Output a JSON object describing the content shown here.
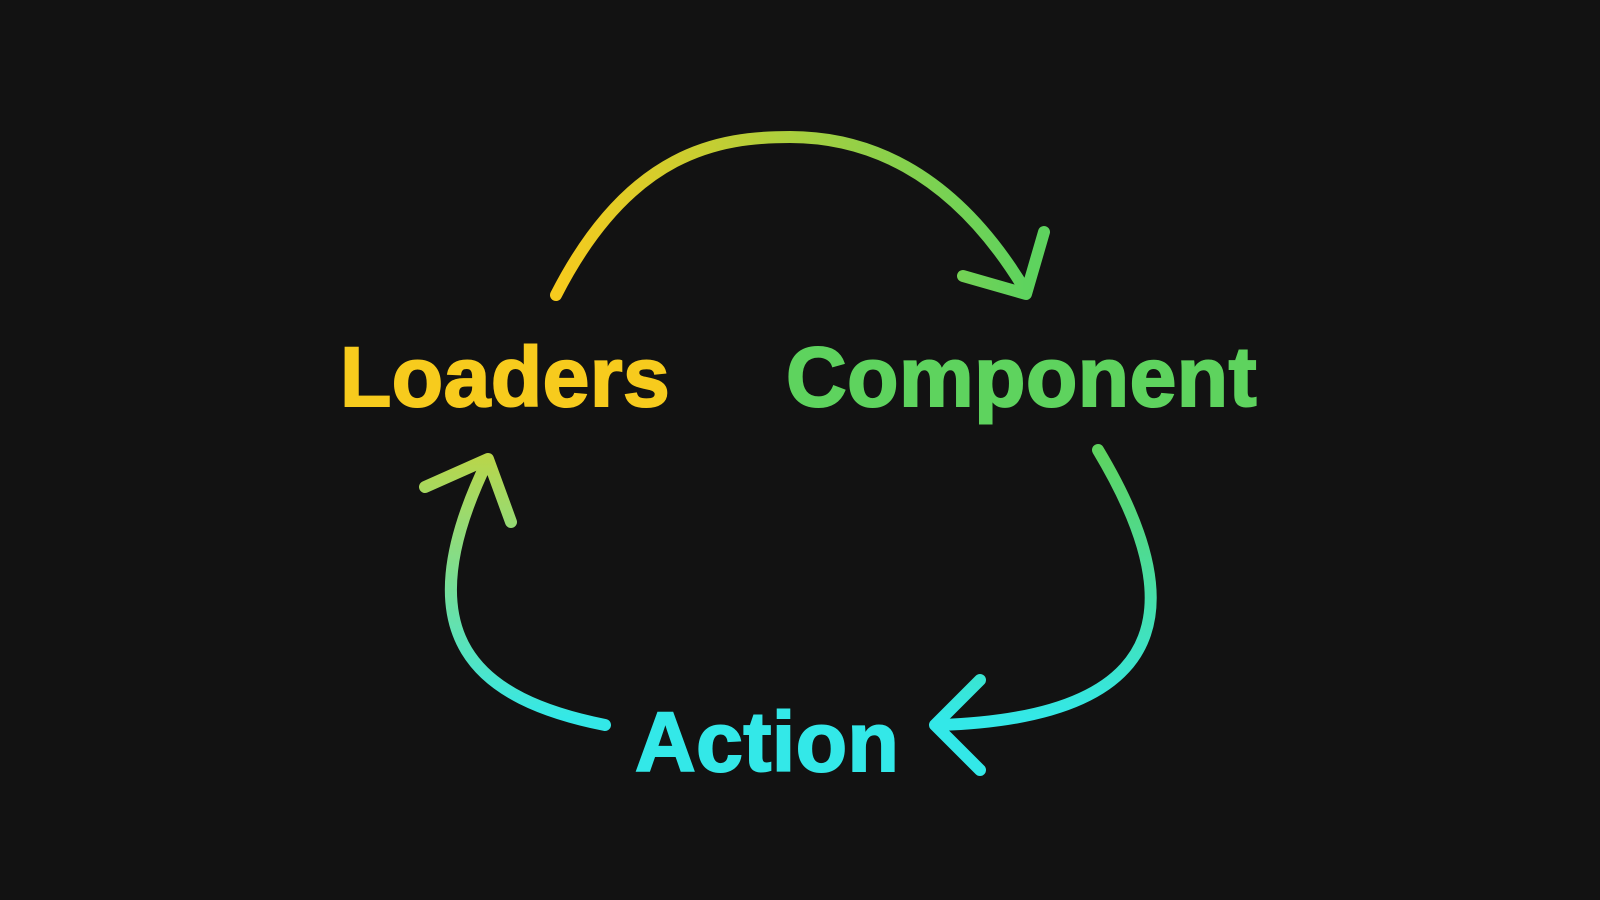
{
  "diagram": {
    "nodes": {
      "loaders": {
        "label": "Loaders",
        "color": "#F7CB1D"
      },
      "component": {
        "label": "Component",
        "color": "#5ED35E"
      },
      "action": {
        "label": "Action",
        "color": "#33E8E8"
      }
    },
    "edges": [
      {
        "from": "Loaders",
        "to": "Component"
      },
      {
        "from": "Component",
        "to": "Action"
      },
      {
        "from": "Action",
        "to": "Loaders"
      }
    ],
    "background_color": "#121212"
  }
}
